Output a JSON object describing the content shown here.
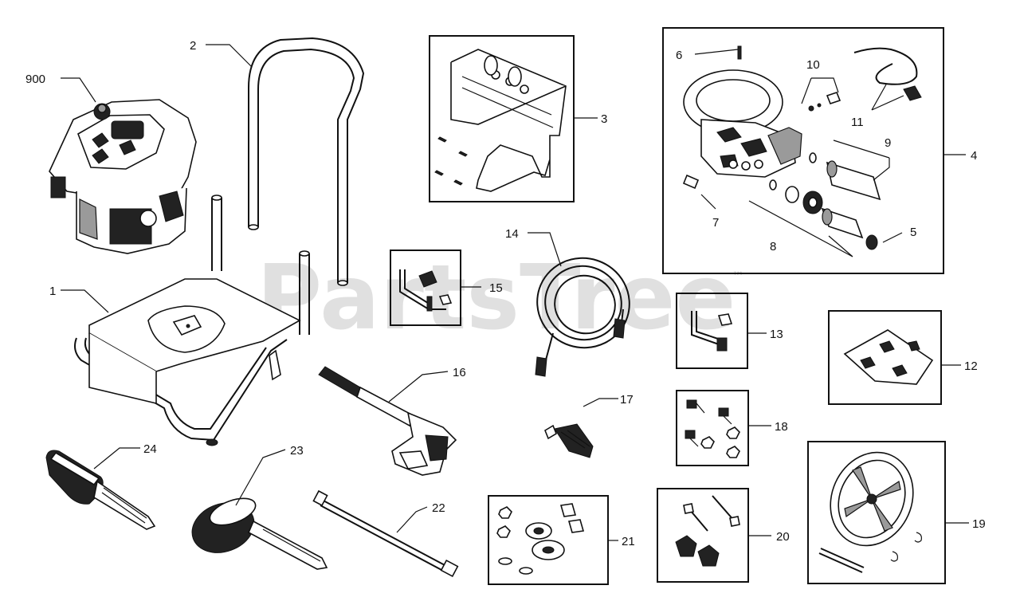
{
  "watermark": {
    "text": "PartsTree",
    "tm": "™"
  },
  "callouts": {
    "c900": "900",
    "c1": "1",
    "c2": "2",
    "c3": "3",
    "c4": "4",
    "c5": "5",
    "c6": "6",
    "c7": "7",
    "c8": "8",
    "c9": "9",
    "c10": "10",
    "c11": "11",
    "c12": "12",
    "c13": "13",
    "c14": "14",
    "c15": "15",
    "c16": "16",
    "c17": "17",
    "c18": "18",
    "c19": "19",
    "c20": "20",
    "c21": "21",
    "c22": "22",
    "c23": "23",
    "c24": "24"
  }
}
